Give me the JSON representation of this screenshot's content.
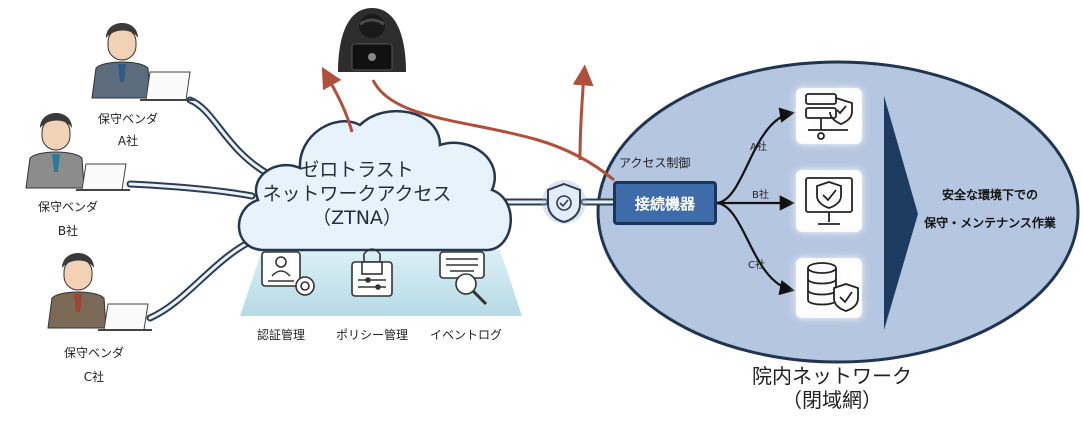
{
  "vendors": [
    {
      "line1": "保守ベンダ",
      "line2": "A社"
    },
    {
      "line1": "保守ベンダ",
      "line2": "B社"
    },
    {
      "line1": "保守ベンダ",
      "line2": "C社"
    }
  ],
  "ztna": {
    "title_line1": "ゼロトラスト",
    "title_line2": "ネットワークアクセス",
    "title_line3": "（ZTNA）"
  },
  "features": [
    {
      "label": "認証管理",
      "icon": "id-card-icon"
    },
    {
      "label": "ポリシー管理",
      "icon": "policy-lock-icon"
    },
    {
      "label": "イベントログ",
      "icon": "keyboard-search-icon"
    }
  ],
  "gateway": {
    "caption": "アクセス制御",
    "label": "接続機器"
  },
  "branches": [
    "A社",
    "B社",
    "C社"
  ],
  "network": {
    "title_line1": "院内ネットワーク",
    "title_line2": "（閉域網）"
  },
  "result": {
    "line1": "安全な環境下での",
    "line2": "保守・メンテナンス作業"
  },
  "colors": {
    "attack_arrow": "#b0503a",
    "network_fill": "#b5c6e0",
    "network_border": "#1f3550",
    "gateway_fill": "#3f6ca8",
    "big_arrow": "#1d3a5f",
    "platform": "#bfe0ea"
  },
  "icons": [
    "hacker-icon",
    "shield-icon",
    "server-shield-icon",
    "monitor-shield-icon",
    "database-shield-icon",
    "vendor-person-icon"
  ]
}
